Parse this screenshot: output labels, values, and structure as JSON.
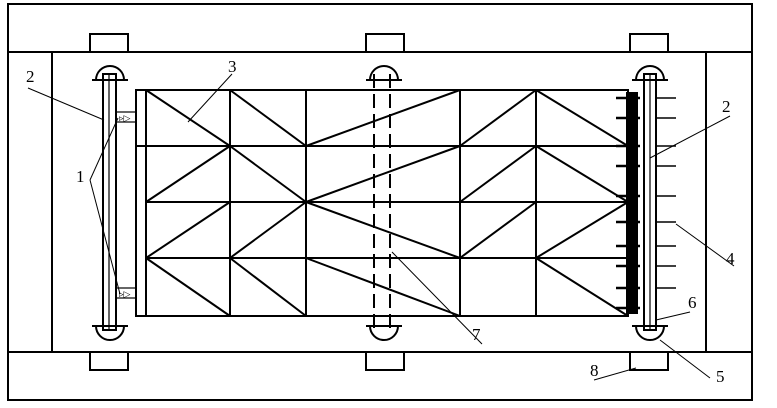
{
  "labels": {
    "l1": "1",
    "l2_left": "2",
    "l2_right": "2",
    "l3": "3",
    "l4": "4",
    "l5": "5",
    "l6": "6",
    "l7": "7",
    "l8": "8"
  }
}
